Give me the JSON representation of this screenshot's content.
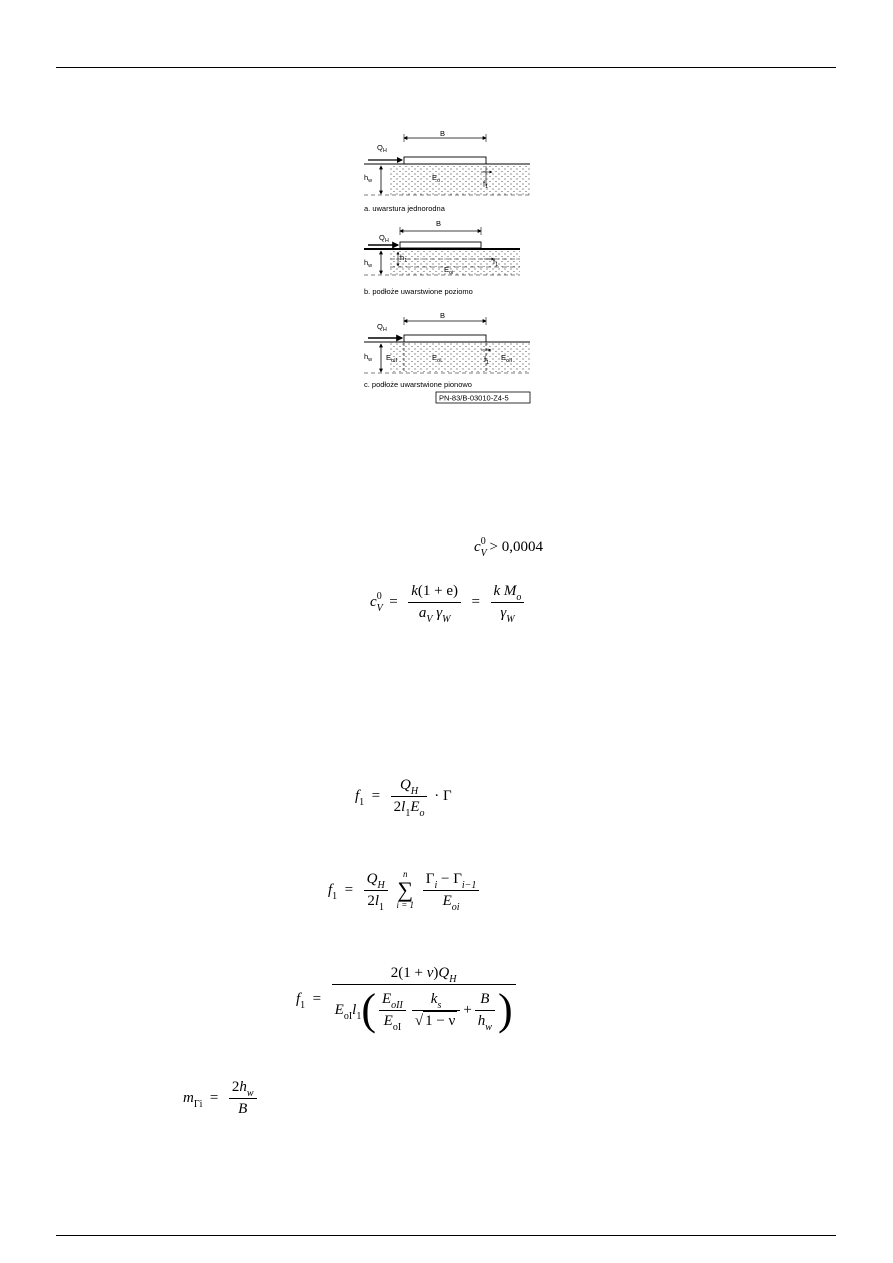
{
  "figure": {
    "a": {
      "B": "B",
      "QH": "Q",
      "QH_sub": "H",
      "hw": "h",
      "hw_sub": "w",
      "Eo": "E",
      "Eo_sub": "o",
      "f1": "f",
      "f1_sub": "1",
      "caption": "a.  uwarstura jednorodna"
    },
    "b": {
      "B": "B",
      "QH": "Q",
      "QH_sub": "H",
      "hw": "h",
      "hw_sub": "w",
      "h1": "h",
      "h1_sub": "1",
      "Eoi": "E",
      "Eoi_sub": "oi",
      "f1": "f",
      "f1_sub": "1",
      "caption": "b.  podłoże uwarstwione poziomo"
    },
    "c": {
      "B": "B",
      "QH": "Q",
      "QH_sub": "H",
      "hw": "h",
      "hw_sub": "w",
      "EoII_left": "E",
      "EoII_left_sub": "oII",
      "EoI": "E",
      "EoI_sub": "oI",
      "EoII_right": "E",
      "EoII_right_sub": "oII",
      "f1": "f",
      "f1_sub": "1",
      "caption": "c.  podłoże uwarstwione pionowo"
    },
    "code": "PN-83/B-03010-Z4-5"
  },
  "eq1": {
    "c": "c",
    "sub": "V",
    "sup": "0",
    "rel": "> 0,0004"
  },
  "eq2": {
    "lhs_c": "c",
    "lhs_sub": "V",
    "lhs_sup": "0",
    "num1_k": "k",
    "num1_paren": "(1 + e)",
    "den1_a": "a",
    "den1_a_sub": "V",
    "den1_gamma": "γ",
    "den1_gamma_sub": "W",
    "num2_k": "k",
    "num2_M": "M",
    "num2_M_sub": "o",
    "den2_gamma": "γ",
    "den2_gamma_sub": "W"
  },
  "eq3": {
    "lhs": "f",
    "lhs_sub": "1",
    "num_Q": "Q",
    "num_Q_sub": "H",
    "den_pre": "2",
    "den_l": "l",
    "den_l_sub": "1",
    "den_E": "E",
    "den_E_sub": "o",
    "tail": "· Γ"
  },
  "eq4": {
    "lhs": "f",
    "lhs_sub": "1",
    "num_Q": "Q",
    "num_Q_sub": "H",
    "den_pre": "2",
    "den_l": "l",
    "den_l_sub": "1",
    "sum_top": "n",
    "sum_sign": "∑",
    "sum_bottom": "i = 1",
    "num2_a": "Γ",
    "num2_a_sub": "i",
    "num2_minus": " − ",
    "num2_b": "Γ",
    "num2_b_sub": "i−1",
    "den2_E": "E",
    "den2_E_sub": "oi"
  },
  "eq5": {
    "lhs": "f",
    "lhs_sub": "1",
    "num_pre": "2(1 + ",
    "num_nu": "ν",
    "num_close": ")",
    "num_Q": "Q",
    "num_Q_sub": "H",
    "den_E": "E",
    "den_E_sub": "oI",
    "den_l": "l",
    "den_l_sub": "1",
    "in_num_E": "E",
    "in_num_E_sub": "oII",
    "in_den_E": "E",
    "in_den_E_sub": "oI",
    "k_num": "k",
    "k_num_sub": "s",
    "sqrt_sign": "√",
    "sqrt_body": "1 − ν",
    "plus": "+",
    "B": "B",
    "h": "h",
    "h_sub": "w"
  },
  "eq6": {
    "lhs": "m",
    "lhs_sub": "Γi",
    "num_pre": "2",
    "num_h": "h",
    "num_h_sub": "w",
    "den": "B"
  }
}
